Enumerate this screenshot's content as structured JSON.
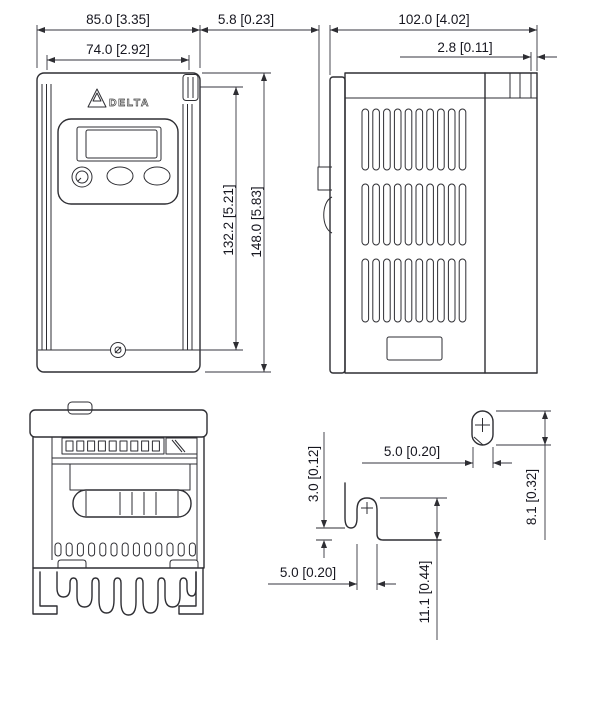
{
  "drawing": {
    "brand": "DELTA",
    "dimensions": {
      "width_overall": "85.0 [3.35]",
      "width_mounting": "74.0 [2.92]",
      "front_tab_depth": "5.8 [0.23]",
      "depth_overall": "102.0 [4.02]",
      "rear_plate_thickness": "2.8 [0.11]",
      "height_mounting": "132.2 [5.21]",
      "height_overall": "148.0 [5.83]",
      "top_slot_width": "5.0 [0.20]",
      "top_slot_height": "8.1 [0.32]",
      "bottom_tab_offset": "3.0 [0.12]",
      "bottom_slot_width": "5.0 [0.20]",
      "bottom_tab_height": "11.1 [0.44]"
    }
  }
}
